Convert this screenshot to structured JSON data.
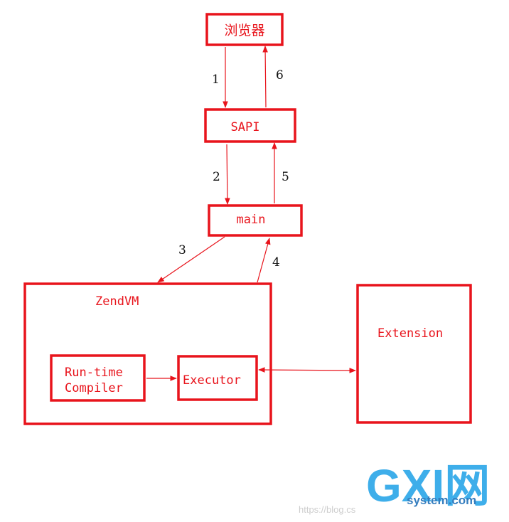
{
  "nodes": {
    "browser": "浏览器",
    "sapi": "SAPI",
    "main": "main",
    "zendvm": "ZendVM",
    "compiler_line1": "Run-time",
    "compiler_line2": "Compiler",
    "executor": "Executor",
    "extension": "Extension"
  },
  "steps": [
    "1",
    "6",
    "2",
    "5",
    "3",
    "4"
  ],
  "colors": {
    "stroke": "#e8141c",
    "step_text": "#111111"
  },
  "watermark": {
    "logo": "GXI网",
    "domain": "system.com",
    "url": "https://blog.cs"
  }
}
